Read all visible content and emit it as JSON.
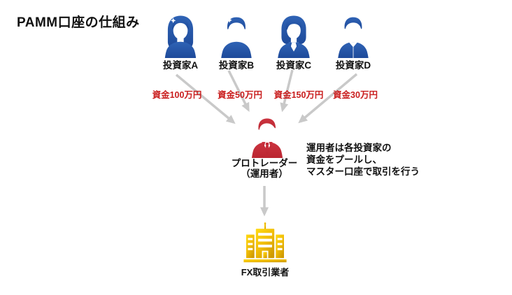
{
  "title": "PAMM口座の仕組み",
  "investors": [
    {
      "name": "投資家A",
      "amount": "資金100万円"
    },
    {
      "name": "投資家B",
      "amount": "資金50万円"
    },
    {
      "name": "投資家C",
      "amount": "資金150万円"
    },
    {
      "name": "投資家D",
      "amount": "資金30万円"
    }
  ],
  "trader": {
    "title": "プロトレーダー",
    "subtitle": "（運用者）"
  },
  "note": {
    "lines": [
      "運用者は各投資家の",
      "資金をプールし、",
      "マスター口座で取引を行う"
    ]
  },
  "broker": {
    "name": "FX取引業者"
  },
  "icons": {
    "investor_a": "female-long-hair-avatar-icon",
    "investor_b": "male-short-hair-avatar-icon",
    "investor_c": "female-business-suit-avatar-icon",
    "investor_d": "male-collared-shirt-avatar-icon",
    "trader": "male-suit-tie-avatar-icon",
    "broker": "office-building-icon",
    "flow": "gray-arrow-icon"
  },
  "colors": {
    "investor_blue": "#2557A8",
    "trader_red": "#C5303C",
    "amount_red": "#C91D1D",
    "arrow_gray": "#C9C9C9",
    "building_gold": "#F2B806",
    "text_black": "#111111"
  }
}
